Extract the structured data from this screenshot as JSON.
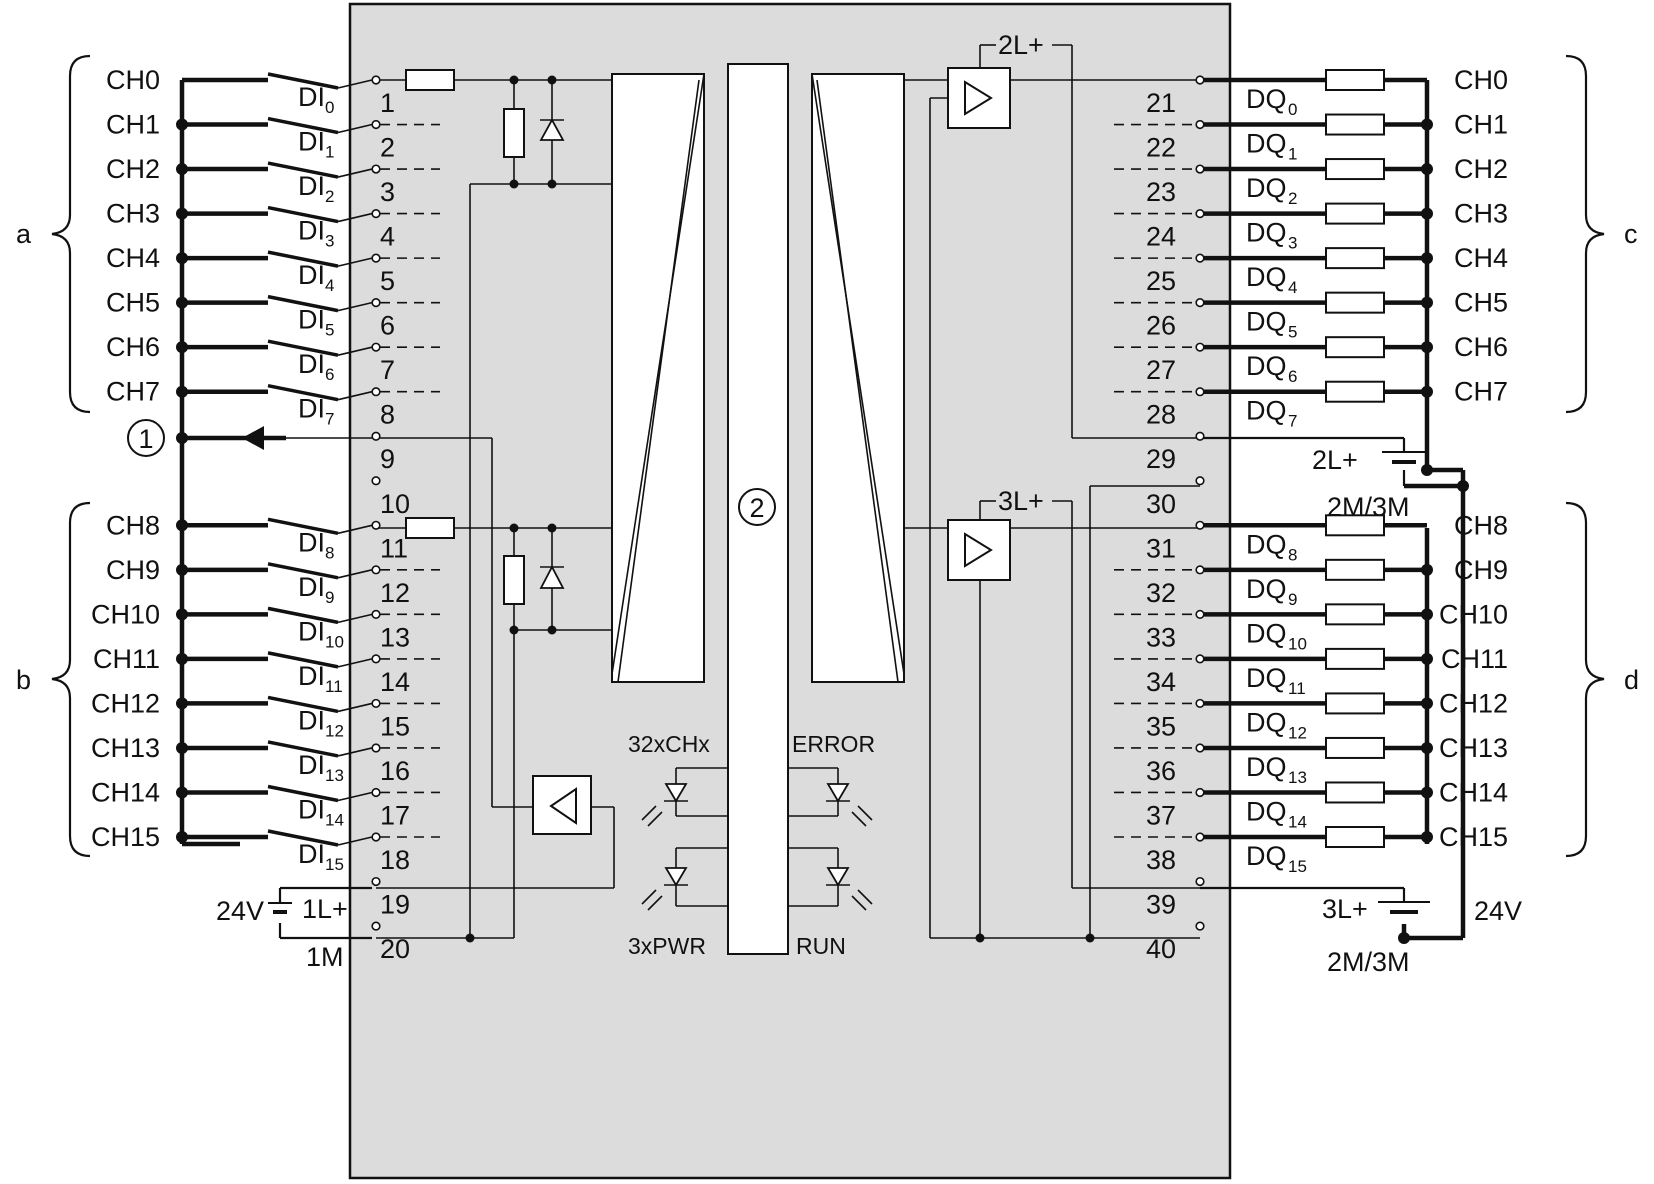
{
  "channels": [
    "CH0",
    "CH1",
    "CH2",
    "CH3",
    "CH4",
    "CH5",
    "CH6",
    "CH7",
    "CH8",
    "CH9",
    "CH10",
    "CH11",
    "CH12",
    "CH13",
    "CH14",
    "CH15"
  ],
  "inputs": {
    "terminals": [
      "1",
      "2",
      "3",
      "4",
      "5",
      "6",
      "7",
      "8",
      "9",
      "10",
      "11",
      "12",
      "13",
      "14",
      "15",
      "16",
      "17",
      "18",
      "19",
      "20"
    ],
    "di_prefix": "DI",
    "di_subs": [
      "0",
      "1",
      "2",
      "3",
      "4",
      "5",
      "6",
      "7",
      "8",
      "9",
      "10",
      "11",
      "12",
      "13",
      "14",
      "15"
    ],
    "supply_voltage": "24V",
    "supply_plus": "1L+",
    "supply_minus": "1M"
  },
  "outputs": {
    "terminals": [
      "21",
      "22",
      "23",
      "24",
      "25",
      "26",
      "27",
      "28",
      "29",
      "30",
      "31",
      "32",
      "33",
      "34",
      "35",
      "36",
      "37",
      "38",
      "39",
      "40"
    ],
    "dq_prefix": "DQ",
    "dq_subs": [
      "0",
      "1",
      "2",
      "3",
      "4",
      "5",
      "6",
      "7",
      "8",
      "9",
      "10",
      "11",
      "12",
      "13",
      "14",
      "15"
    ],
    "group1_supply": "2L+",
    "group2_supply": "3L+",
    "ground": "2M/3M",
    "supply_voltage": "24V"
  },
  "group_labels": {
    "a": "a",
    "b": "b",
    "c": "c",
    "d": "d"
  },
  "markers": {
    "one": "1",
    "two": "2"
  },
  "leds": {
    "top_left": "32xCHx",
    "top_right": "ERROR",
    "bottom_left": "3xPWR",
    "bottom_right": "RUN"
  }
}
